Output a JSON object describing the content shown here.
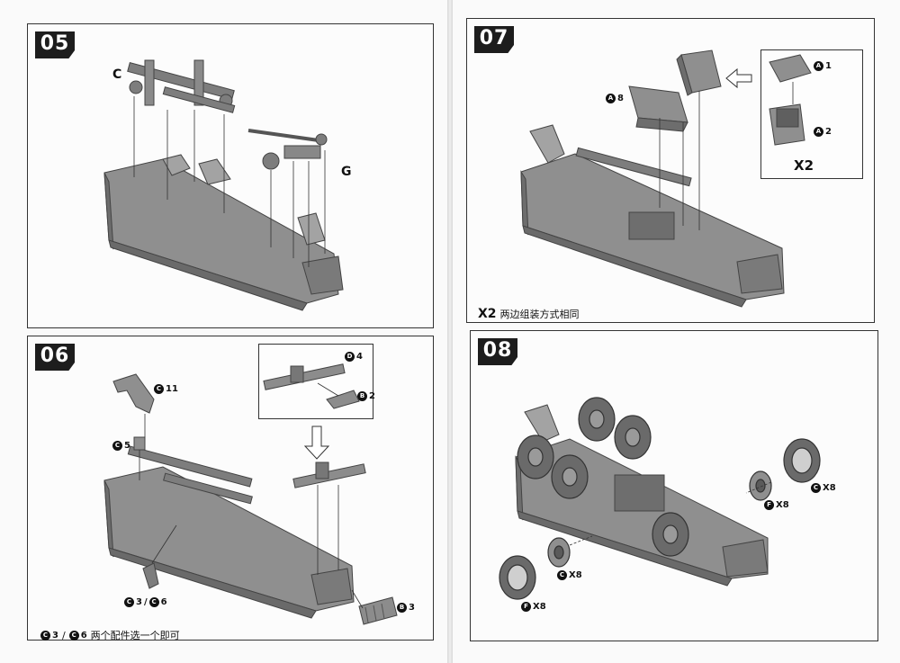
{
  "steps": [
    {
      "number": "05",
      "labels": [
        "C",
        "G"
      ]
    },
    {
      "number": "06",
      "parts": [
        "11",
        "5",
        "4",
        "2",
        "3"
      ],
      "part_letters": [
        "C",
        "C",
        "D",
        "B",
        "B"
      ],
      "alt_parts": [
        "3",
        "6"
      ],
      "alt_letters": [
        "C",
        "C"
      ],
      "alt_sep": "/",
      "note": "两个配件选一个即可"
    },
    {
      "number": "07",
      "parts": [
        "8",
        "1",
        "2"
      ],
      "part_letters": [
        "A",
        "A",
        "A"
      ],
      "multiplier": "X2",
      "note_mult": "X2",
      "note": "两边组装方式相同"
    },
    {
      "number": "08",
      "parts": [
        {
          "letter": "C",
          "qty": "X8"
        },
        {
          "letter": "F",
          "qty": "X8"
        },
        {
          "letter": "C",
          "qty": "X8"
        },
        {
          "letter": "F",
          "qty": "X8"
        }
      ]
    }
  ],
  "colors": {
    "part_gray": "#8f8f8f",
    "part_dark": "#5a5a5a",
    "badge": "#1d1d1d",
    "line": "#333333"
  }
}
